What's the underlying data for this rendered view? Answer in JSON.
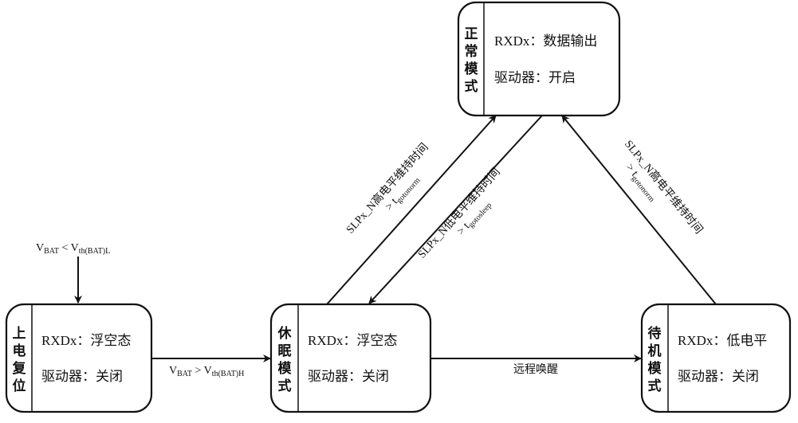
{
  "states": {
    "normal": {
      "title": [
        "正",
        "常",
        "模",
        "式"
      ],
      "rxd": "RXDx：数据输出",
      "driver": "驱动器：开启"
    },
    "poweron": {
      "title": [
        "上",
        "电",
        "复",
        "位"
      ],
      "rxd": "RXDx：浮空态",
      "driver": "驱动器：关闭"
    },
    "sleep": {
      "title": [
        "休",
        "眠",
        "模",
        "式"
      ],
      "rxd": "RXDx：浮空态",
      "driver": "驱动器：关闭"
    },
    "standby": {
      "title": [
        "待",
        "机",
        "模",
        "式"
      ],
      "rxd": "RXDx：低电平",
      "driver": "驱动器：关闭"
    }
  },
  "transitions": {
    "reset_cond": {
      "v": "V",
      "v_sub": "BAT",
      "op": " < V",
      "th_sub": "th(BAT)L"
    },
    "poweron_to_sleep": {
      "v": "V",
      "v_sub": "BAT",
      "op": " > V",
      "th_sub": "th(BAT)H"
    },
    "sleep_to_standby": "远程唤醒",
    "sleep_to_normal": {
      "line1": "SLPx_N高电平维持时间",
      "gt": "> t",
      "t_sub": "gotonorm"
    },
    "normal_to_sleep": {
      "line1": "SLPx_N低电平维持时间",
      "gt": "> t",
      "t_sub": "gotosleep"
    },
    "standby_to_normal": {
      "line1": "SLPx_N高电平维持时间",
      "gt": "> t",
      "t_sub": "gotonorm"
    }
  }
}
